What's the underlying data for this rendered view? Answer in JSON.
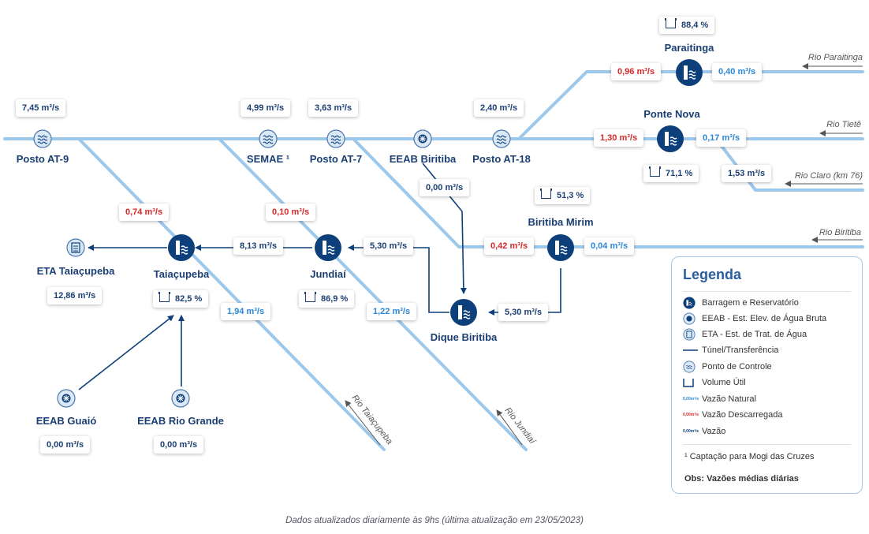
{
  "stations": {
    "posto_at9": {
      "name": "Posto AT-9",
      "flow": "7,45 m³/s"
    },
    "semae": {
      "name": "SEMAE ¹",
      "flow": "4,99 m³/s"
    },
    "posto_at7": {
      "name": "Posto AT-7",
      "flow": "3,63 m³/s"
    },
    "eeab_biritiba": {
      "name": "EEAB Biritiba",
      "flow": "0,00 m³/s"
    },
    "posto_at18": {
      "name": "Posto AT-18",
      "flow": "2,40 m³/s"
    }
  },
  "reservoirs": {
    "paraitinga": {
      "name": "Paraitinga",
      "volume": "88,4 %",
      "discharge": "0,96 m³/s",
      "natural": "0,40 m³/s"
    },
    "ponte_nova": {
      "name": "Ponte Nova",
      "volume": "71,1 %",
      "discharge": "1,30 m³/s",
      "natural": "0,17 m³/s",
      "natural_2": "1,53 m³/s"
    },
    "biritiba_mirim": {
      "name": "Biritiba Mirim",
      "volume": "51,3 %",
      "discharge": "0,42 m³/s",
      "natural": "0,04 m³/s",
      "transfer": "5,30 m³/s"
    },
    "jundiai": {
      "name": "Jundiaí",
      "volume": "86,9 %",
      "discharge": "0,10 m³/s",
      "transfer_in": "5,30 m³/s",
      "transfer_out": "8,13 m³/s",
      "natural": "1,22 m³/s"
    },
    "taiacupeba": {
      "name": "Taiaçupeba",
      "volume": "82,5 %",
      "discharge": "0,74 m³/s",
      "natural": "1,94 m³/s"
    },
    "dique_biritiba": {
      "name": "Dique Biritiba"
    }
  },
  "eta": {
    "name": "ETA Taiaçupeba",
    "flow": "12,86 m³/s"
  },
  "eeab_guaio": {
    "name": "EEAB Guaió",
    "flow": "0,00 m³/s"
  },
  "eeab_rio_grande": {
    "name": "EEAB Rio Grande",
    "flow": "0,00 m³/s"
  },
  "rivers": {
    "paraitinga": "Rio Paraitinga",
    "tiete": "Rio Tietê",
    "claro": "Rio Claro (km 76)",
    "biritiba": "Rio Biritiba",
    "taiacupeba": "Rio Taiaçupeba",
    "jundiai": "Rio Jundiaí"
  },
  "legend": {
    "title": "Legenda",
    "items": [
      "Barragem e Reservatório",
      "EEAB - Est. Elev. de Água Bruta",
      "ETA - Est. de Trat. de Água",
      "Túnel/Transferência",
      "Ponto de Controle",
      "Volume Útil",
      "Vazão Natural",
      "Vazão Descarregada",
      "Vazão"
    ],
    "sample_value": "0,00m³/s",
    "footnote": "¹ Captação para Mogi das Cruzes",
    "obs": "Obs: Vazões médias diárias"
  },
  "footer": "Dados atualizados diariamente às 9hs (última atualização em 23/05/2023)",
  "colors": {
    "river": "#9cc8ec",
    "primary": "#0d3f7a",
    "natural": "#2a86d6",
    "discharge": "#d62828"
  }
}
